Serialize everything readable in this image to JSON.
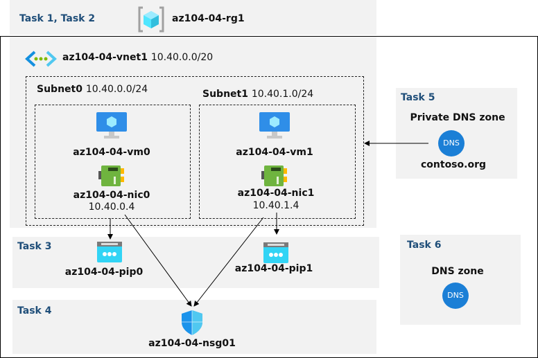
{
  "task12": {
    "label": "Task 1, Task 2",
    "rg": "az104-04-rg1"
  },
  "vnet": {
    "name": "az104-04-vnet1",
    "cidr": "10.40.0.0/20"
  },
  "subnets": [
    {
      "name": "Subnet0",
      "cidr": "10.40.0.0/24",
      "vm": "az104-04-vm0",
      "nic": "az104-04-nic0",
      "ip": "10.40.0.4"
    },
    {
      "name": "Subnet1",
      "cidr": "10.40.1.0/24",
      "vm": "az104-04-vm1",
      "nic": "az104-04-nic1",
      "ip": "10.40.1.4"
    }
  ],
  "task3": {
    "label": "Task 3",
    "pips": [
      "az104-04-pip0",
      "az104-04-pip1"
    ]
  },
  "task4": {
    "label": "Task 4",
    "nsg": "az104-04-nsg01"
  },
  "task5": {
    "label": "Task 5",
    "title": "Private DNS zone",
    "zone": "contoso.org",
    "icon_text": "DNS"
  },
  "task6": {
    "label": "Task 6",
    "title": "DNS zone",
    "icon_text": "DNS"
  },
  "colors": {
    "task_text": "#1f4e79",
    "panel": "#f2f2f2",
    "azure_blue": "#0078d4"
  }
}
